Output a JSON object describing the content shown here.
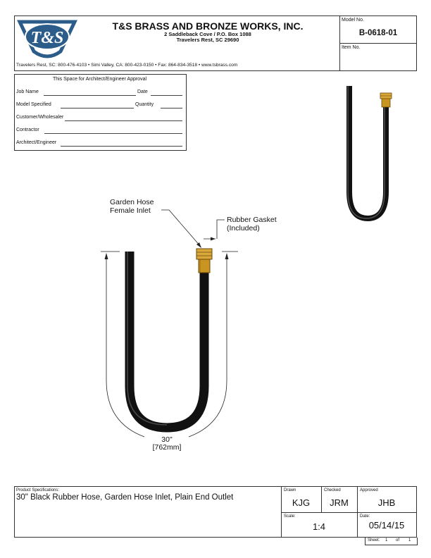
{
  "company": {
    "logo_text": "T&S",
    "name": "T&S BRASS AND BRONZE WORKS, INC.",
    "address_line1": "2 Saddleback Cove / P.O. Box 1088",
    "address_line2": "Travelers Rest, SC  29690",
    "contact": "Travelers Rest, SC: 800-476-4103 • Simi Valley, CA: 800-423-0150 • Fax: 864-834-3518 • www.tsbrass.com"
  },
  "model": {
    "label": "Model No.",
    "value": "B-0618-01",
    "item_label": "Item No."
  },
  "approval": {
    "title": "This Space for Architect/Engineer Approval",
    "job_name": "Job Name",
    "date": "Date",
    "model_specified": "Model Specified",
    "quantity": "Quantity",
    "customer": "Customer/Wholesaler",
    "contractor": "Contractor",
    "architect": "Architect/Engineer"
  },
  "drawing": {
    "inlet_line1": "Garden Hose",
    "inlet_line2": "Female Inlet",
    "gasket_line1": "Rubber Gasket",
    "gasket_line2": "(Included)",
    "dim_in": "30\"",
    "dim_mm": "[762mm]"
  },
  "spec": {
    "label": "Product Specifications:",
    "text": "30\" Black Rubber Hose, Garden Hose Inlet, Plain End Outlet"
  },
  "titleblock": {
    "drawn_label": "Drawn",
    "drawn": "KJG",
    "checked_label": "Checked",
    "checked": "JRM",
    "approved_label": "Approved",
    "approved": "JHB",
    "scale_label": "Scale:",
    "scale": "1:4",
    "date_label": "Date:",
    "date": "05/14/15",
    "sheet_label": "Sheet:",
    "sheet_num": "1",
    "of_label": "of",
    "sheet_total": "1"
  },
  "colors": {
    "hose": "#1a1a1a",
    "brass": "#c9941f",
    "logo_blue": "#2b5c8a"
  }
}
